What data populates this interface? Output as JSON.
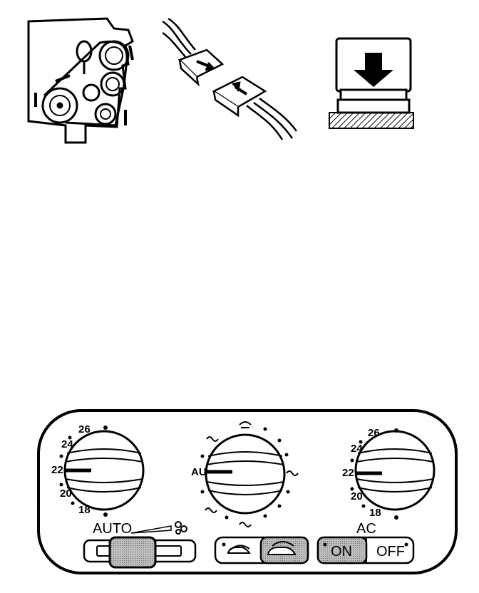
{
  "left_dial": {
    "ticks": [
      "26",
      "24",
      "22",
      "20",
      "18"
    ]
  },
  "center_dial": {
    "label": "AU"
  },
  "right_dial": {
    "ticks": [
      "26",
      "24",
      "22",
      "20",
      "18"
    ]
  },
  "labels": {
    "auto": "AUTO",
    "ac": "AC",
    "on": "ON",
    "off": "OFF"
  },
  "icons": [
    "belt-drive-icon",
    "connector-plugs-icon",
    "press-down-arrow-icon",
    "fan-icon",
    "defrost-icon",
    "recirculation-icon",
    "fresh-air-icon"
  ]
}
